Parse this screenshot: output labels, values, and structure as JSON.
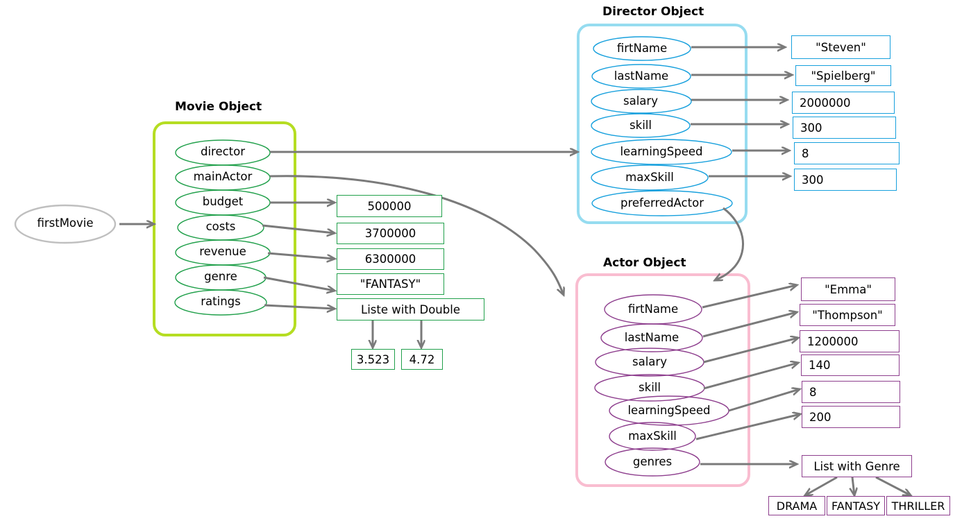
{
  "diagram": {
    "title_movie": "Movie Object",
    "title_director": "Director Object",
    "title_actor": "Actor Object",
    "root_variable": "firstMovie",
    "colors": {
      "movie_border": "#b5dd22",
      "movie_field": "#21a04b",
      "director_border": "#96dcf0",
      "director_field": "#17a0dd",
      "actor_border": "#f9bdd0",
      "actor_field": "#8e3f8e",
      "arrow": "#7a7a7a",
      "root_ellipse": "#bfbfbf"
    }
  },
  "movie": {
    "fields": [
      {
        "name": "director"
      },
      {
        "name": "mainActor"
      },
      {
        "name": "budget"
      },
      {
        "name": "costs"
      },
      {
        "name": "revenue"
      },
      {
        "name": "genre"
      },
      {
        "name": "ratings"
      }
    ],
    "values": [
      {
        "text": "500000"
      },
      {
        "text": "3700000"
      },
      {
        "text": "6300000"
      },
      {
        "text": "\"FANTASY\""
      },
      {
        "text": "Liste with Double"
      }
    ],
    "ratings_items": [
      {
        "text": "3.523"
      },
      {
        "text": "4.72"
      }
    ]
  },
  "director": {
    "fields": [
      {
        "name": "firtName"
      },
      {
        "name": "lastName"
      },
      {
        "name": "salary"
      },
      {
        "name": "skill"
      },
      {
        "name": "learningSpeed"
      },
      {
        "name": "maxSkill"
      },
      {
        "name": "preferredActor"
      }
    ],
    "values": [
      {
        "text": "\"Steven\""
      },
      {
        "text": "\"Spielberg\""
      },
      {
        "text": "2000000"
      },
      {
        "text": "300"
      },
      {
        "text": "8"
      },
      {
        "text": "300"
      }
    ]
  },
  "actor": {
    "fields": [
      {
        "name": "firtName"
      },
      {
        "name": "lastName"
      },
      {
        "name": "salary"
      },
      {
        "name": "skill"
      },
      {
        "name": "learningSpeed"
      },
      {
        "name": "maxSkill"
      },
      {
        "name": "genres"
      }
    ],
    "values": [
      {
        "text": "\"Emma\""
      },
      {
        "text": "\"Thompson\""
      },
      {
        "text": "1200000"
      },
      {
        "text": "140"
      },
      {
        "text": "8"
      },
      {
        "text": "200"
      }
    ],
    "genre_list_label": "List with Genre",
    "genre_items": [
      {
        "text": "DRAMA"
      },
      {
        "text": "FANTASY"
      },
      {
        "text": "THRILLER"
      }
    ]
  }
}
